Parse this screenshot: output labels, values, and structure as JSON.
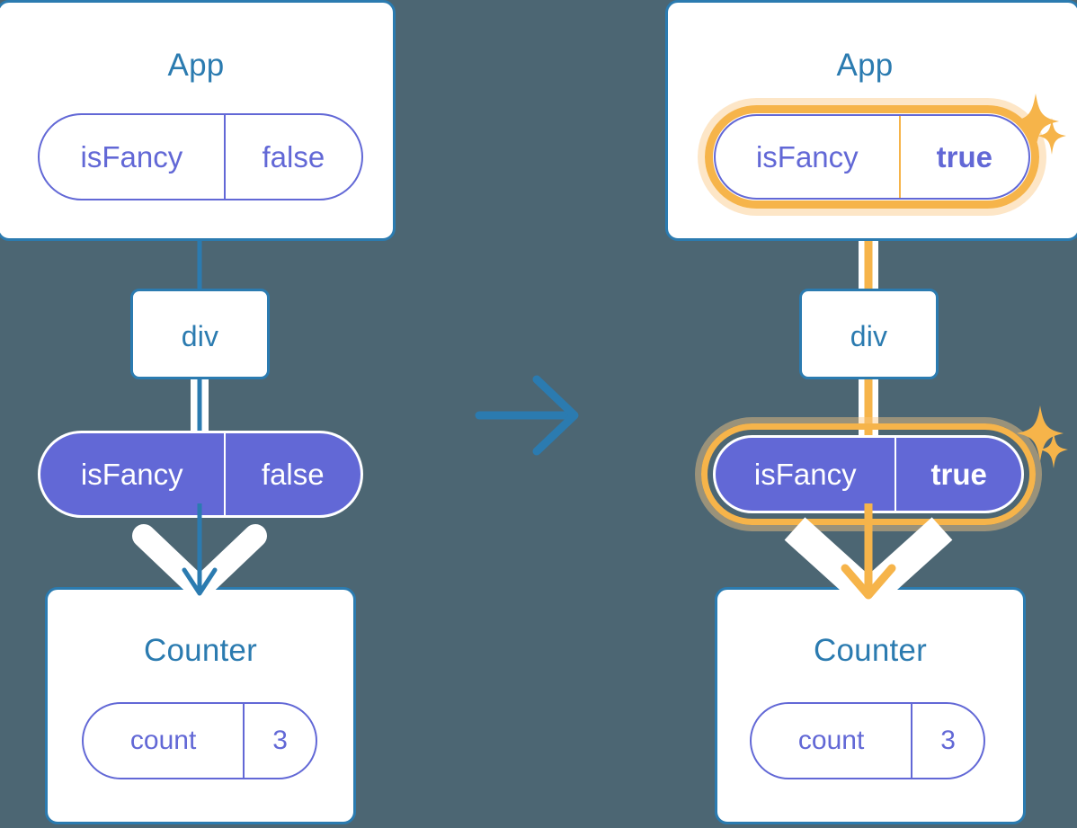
{
  "meta": {
    "background_color": "#4c6673",
    "blue": "#2b7bb0",
    "purple": "#6268d6",
    "amber": "#f6b44a",
    "amber_soft": "#fbdcab",
    "white": "#ffffff"
  },
  "transition_arrow": {
    "icon": "arrow-right-icon",
    "color": "#2b7bb0"
  },
  "panels": [
    {
      "id": "before",
      "app": {
        "title": "App",
        "state_pill": {
          "name": "isFancy",
          "value": "false",
          "style": "outline",
          "highlighted": false
        }
      },
      "div": {
        "title": "div"
      },
      "prop_pill": {
        "name": "isFancy",
        "value": "false",
        "style": "solid",
        "highlighted": false
      },
      "counter": {
        "title": "Counter",
        "state_pill": {
          "name": "count",
          "value": "3",
          "style": "outline",
          "highlighted": false
        }
      },
      "wire_color": "#2b7bb0",
      "sparkles": []
    },
    {
      "id": "after",
      "app": {
        "title": "App",
        "state_pill": {
          "name": "isFancy",
          "value": "true",
          "style": "outline",
          "highlighted": true
        }
      },
      "div": {
        "title": "div"
      },
      "prop_pill": {
        "name": "isFancy",
        "value": "true",
        "style": "solid",
        "highlighted": true
      },
      "counter": {
        "title": "Counter",
        "state_pill": {
          "name": "count",
          "value": "3",
          "style": "outline",
          "highlighted": false
        }
      },
      "wire_color": "#f6b44a",
      "sparkles": [
        {
          "name": "sparkle-large-app",
          "size": "large"
        },
        {
          "name": "sparkle-small-app",
          "size": "small"
        },
        {
          "name": "sparkle-large-prop",
          "size": "large"
        },
        {
          "name": "sparkle-small-prop",
          "size": "small"
        }
      ]
    }
  ]
}
